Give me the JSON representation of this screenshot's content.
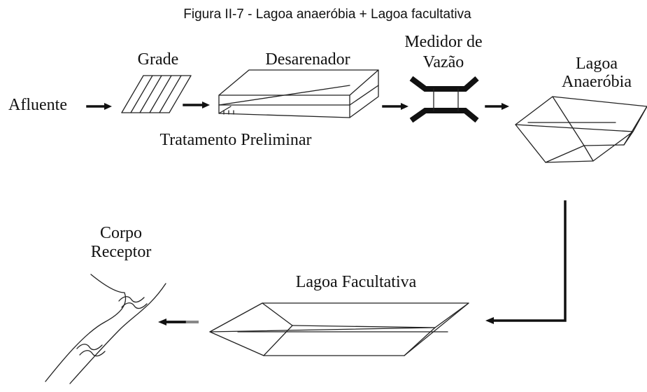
{
  "title": "Figura II-7 - Lagoa anaeróbia + Lagoa facultativa",
  "labels": {
    "afluente": "Afluente",
    "grade": "Grade",
    "desarenador": "Desarenador",
    "medidor_line1": "Medidor de",
    "medidor_line2": "Vazão",
    "tratamento": "Tratamento Preliminar",
    "anaerobia_line1": "Lagoa",
    "anaerobia_line2": "Anaeróbia",
    "facultativa": "Lagoa Facultativa",
    "corpo_line1": "Corpo",
    "corpo_line2": "Receptor"
  }
}
